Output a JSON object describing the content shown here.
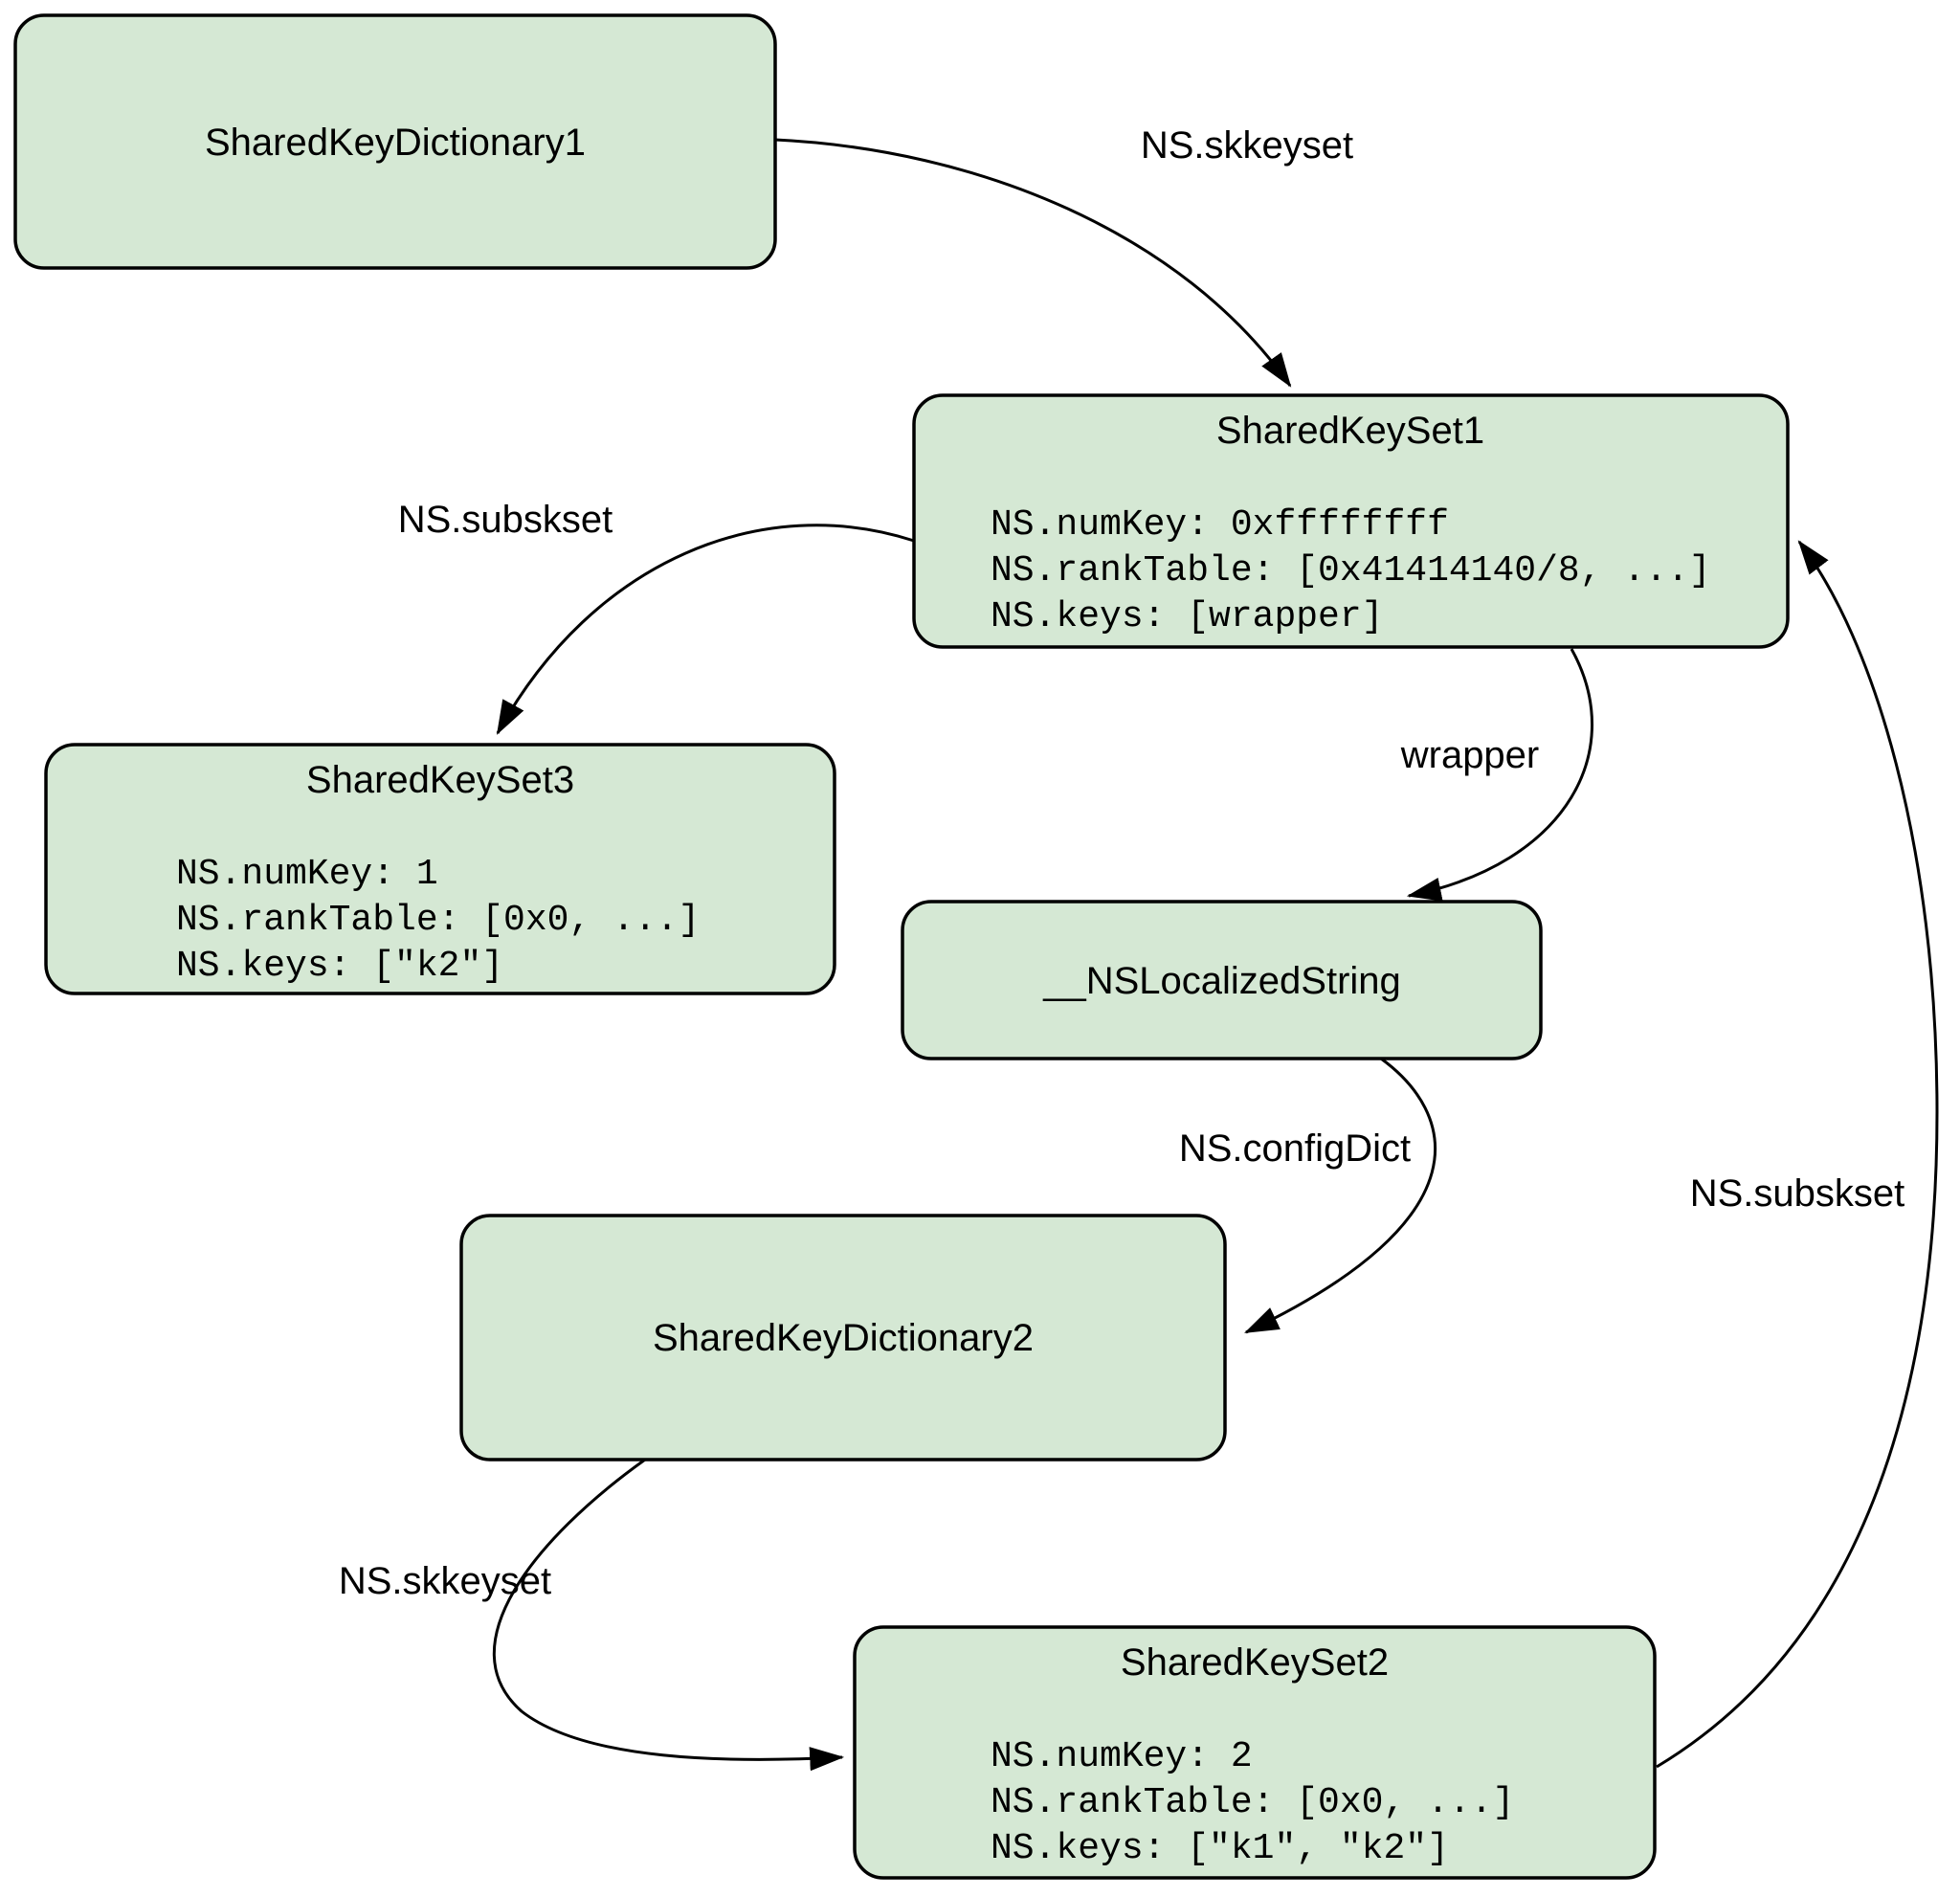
{
  "diagram": {
    "background_color": "#ffffff",
    "node_fill_color": "#d5e8d4",
    "node_border_color": "#000000",
    "edge_color": "#000000",
    "nodes": [
      {
        "id": "SharedKeyDictionary1",
        "title": "SharedKeyDictionary1",
        "fields": []
      },
      {
        "id": "SharedKeySet1",
        "title": "SharedKeySet1",
        "fields": [
          "NS.numKey: 0xffffffff",
          "NS.rankTable: [0x41414140/8, ...]",
          "NS.keys: [wrapper]"
        ]
      },
      {
        "id": "SharedKeySet3",
        "title": "SharedKeySet3",
        "fields": [
          "NS.numKey: 1",
          "NS.rankTable: [0x0, ...]",
          "NS.keys: [\"k2\"]"
        ]
      },
      {
        "id": "__NSLocalizedString",
        "title": "__NSLocalizedString",
        "fields": []
      },
      {
        "id": "SharedKeyDictionary2",
        "title": "SharedKeyDictionary2",
        "fields": []
      },
      {
        "id": "SharedKeySet2",
        "title": "SharedKeySet2",
        "fields": [
          "NS.numKey: 2",
          "NS.rankTable: [0x0, ...]",
          "NS.keys: [\"k1\", \"k2\"]"
        ]
      }
    ],
    "edges": [
      {
        "from": "SharedKeyDictionary1",
        "to": "SharedKeySet1",
        "label": "NS.skkeyset"
      },
      {
        "from": "SharedKeySet1",
        "to": "SharedKeySet3",
        "label": "NS.subskset"
      },
      {
        "from": "SharedKeySet1",
        "to": "__NSLocalizedString",
        "label": "wrapper"
      },
      {
        "from": "__NSLocalizedString",
        "to": "SharedKeyDictionary2",
        "label": "NS.configDict"
      },
      {
        "from": "SharedKeyDictionary2",
        "to": "SharedKeySet2",
        "label": "NS.skkeyset"
      },
      {
        "from": "SharedKeySet2",
        "to": "SharedKeySet1",
        "label": "NS.subskset"
      }
    ]
  }
}
